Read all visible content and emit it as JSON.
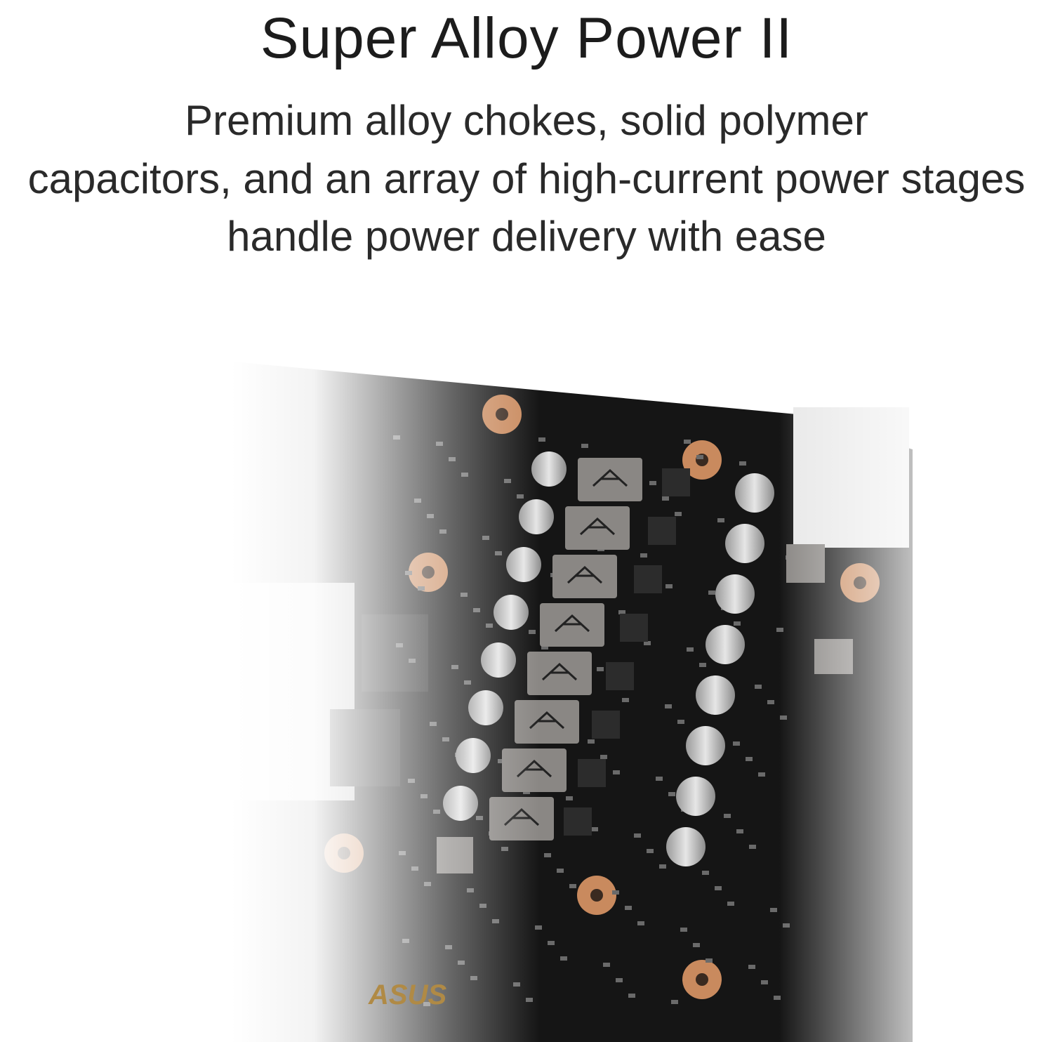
{
  "heading": {
    "title": "Super Alloy Power II",
    "subtitle_lines": [
      "Premium alloy chokes, solid polymer",
      "capacitors, and an array of high-current power stages",
      "handle power delivery with ease"
    ]
  },
  "product_image": {
    "logo_text": "ASUS",
    "choke_count": 8,
    "colors": {
      "board": "#141414",
      "choke": "#8a8784",
      "copper": "#c98a5e",
      "capacitor": "#c9c9c9"
    }
  }
}
